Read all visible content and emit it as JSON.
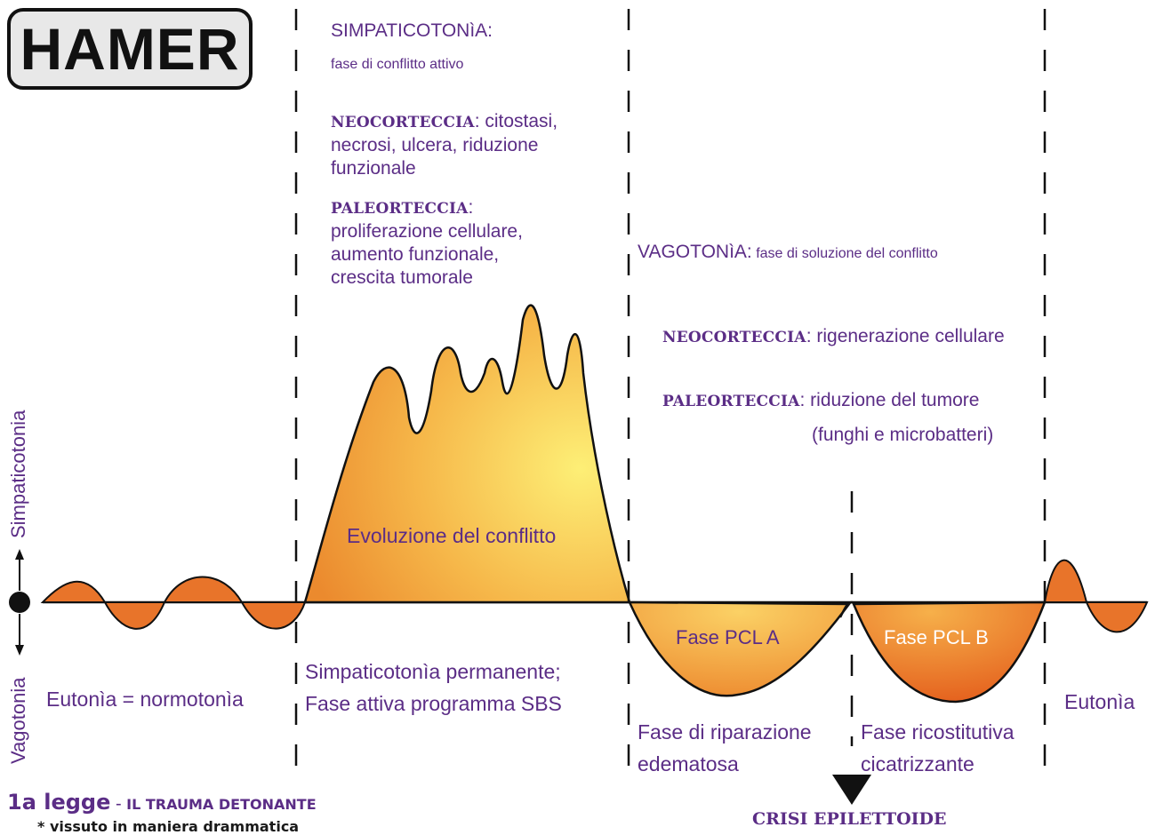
{
  "logo": {
    "title": "HAMER"
  },
  "axis": {
    "up_label": "Simpaticotonia",
    "down_label": "Vagotonia"
  },
  "simpaticotonia_block": {
    "heading": "SIMPATICOTONìA:",
    "subheading": "fase di conflitto attivo",
    "neo_label": "NEOCORTECCIA",
    "neo_text_1": ": citostasi,",
    "neo_text_2": "necrosi, ulcera, riduzione",
    "neo_text_3": "funzionale",
    "paleo_label": "PALEORTECCIA",
    "paleo_colon": ":",
    "paleo_text_1": "proliferazione cellulare,",
    "paleo_text_2": "aumento funzionale,",
    "paleo_text_3": "crescita tumorale"
  },
  "vagotonia_block": {
    "heading": "VAGOTONìA:",
    "subheading": " fase di soluzione del conflitto",
    "neo_label": "NEOCORTECCIA",
    "neo_text": ": rigenerazione cellulare",
    "paleo_label": "PALEORTECCIA",
    "paleo_text": ": riduzione del tumore",
    "paleo_text_2": "(funghi e microbatteri)"
  },
  "curve_labels": {
    "conflict": "Evoluzione del conflitto",
    "pcl_a": "Fase PCL A",
    "pcl_b": "Fase PCL B"
  },
  "phase_labels": {
    "eutonia_left": "Eutonìa = normotonìa",
    "simpatico_perm_1": "Simpaticotonìa permanente;",
    "simpatico_perm_2": "Fase attiva programma SBS",
    "riparazione_1": "Fase di riparazione",
    "riparazione_2": "edematosa",
    "ricostitutiva_1": "Fase ricostitutiva",
    "ricostitutiva_2": "cicatrizzante",
    "eutonia_right": "Eutonìa"
  },
  "footer": {
    "law_number": "1a legge",
    "law_dash": " - ",
    "law_title": "IL TRAUMA DETONANTE",
    "law_note": "* vissuto in maniera drammatica",
    "crisis": "CRISI EPILETTOIDE"
  },
  "colors": {
    "purple": "#5b2d86",
    "orange": "#e8742a",
    "yellow": "#fde96a",
    "line": "#111111"
  }
}
